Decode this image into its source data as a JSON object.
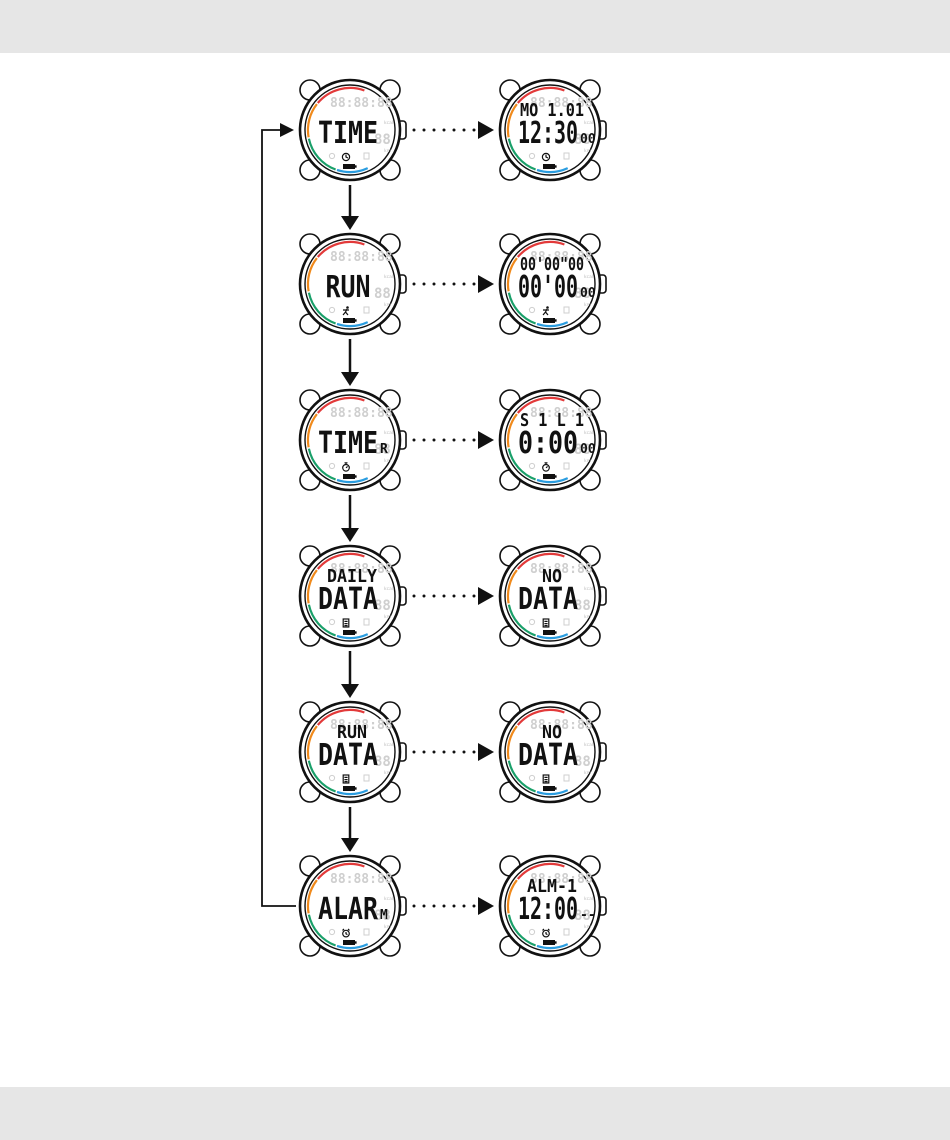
{
  "colors": {
    "band": "#e6e6e6",
    "arc_red": "#e23a3a",
    "arc_orange": "#f08a1c",
    "arc_green": "#1aa06a",
    "arc_blue": "#2a9de0",
    "lcd_ghost": "#cfcfcf",
    "ink": "#111111"
  },
  "rows": [
    {
      "left": {
        "line1": "",
        "line2": "TIME",
        "small": "",
        "icon": "clock-icon"
      },
      "right": {
        "line1": "MO 1.01",
        "line2": "12:30",
        "small": "00",
        "icon": "clock-icon"
      }
    },
    {
      "left": {
        "line1": "",
        "line2": "RUN",
        "small": "",
        "icon": "runner-icon"
      },
      "right": {
        "line1": "00'00\"00",
        "line2": "00'00",
        "small": "00",
        "icon": "runner-icon"
      }
    },
    {
      "left": {
        "line1": "",
        "line2": "TIME",
        "small": "R",
        "icon": "stopwatch-icon"
      },
      "right": {
        "line1": "S 1 L 1",
        "line2": "0:00",
        "small": "00",
        "icon": "stopwatch-icon"
      }
    },
    {
      "left": {
        "line1": "DAILY",
        "line2": "DATA",
        "small": "",
        "icon": "memo-icon"
      },
      "right": {
        "line1": "NO",
        "line2": "DATA",
        "small": "",
        "icon": "memo-icon"
      }
    },
    {
      "left": {
        "line1": "RUN",
        "line2": "DATA",
        "small": "",
        "icon": "memo-icon"
      },
      "right": {
        "line1": "NO",
        "line2": "DATA",
        "small": "",
        "icon": "memo-icon"
      }
    },
    {
      "left": {
        "line1": "",
        "line2": "ALAR",
        "small": "M",
        "icon": "alarm-icon"
      },
      "right": {
        "line1": "ALM-1",
        "line2": "12:00",
        "small": "--",
        "icon": "alarm-icon"
      }
    }
  ]
}
